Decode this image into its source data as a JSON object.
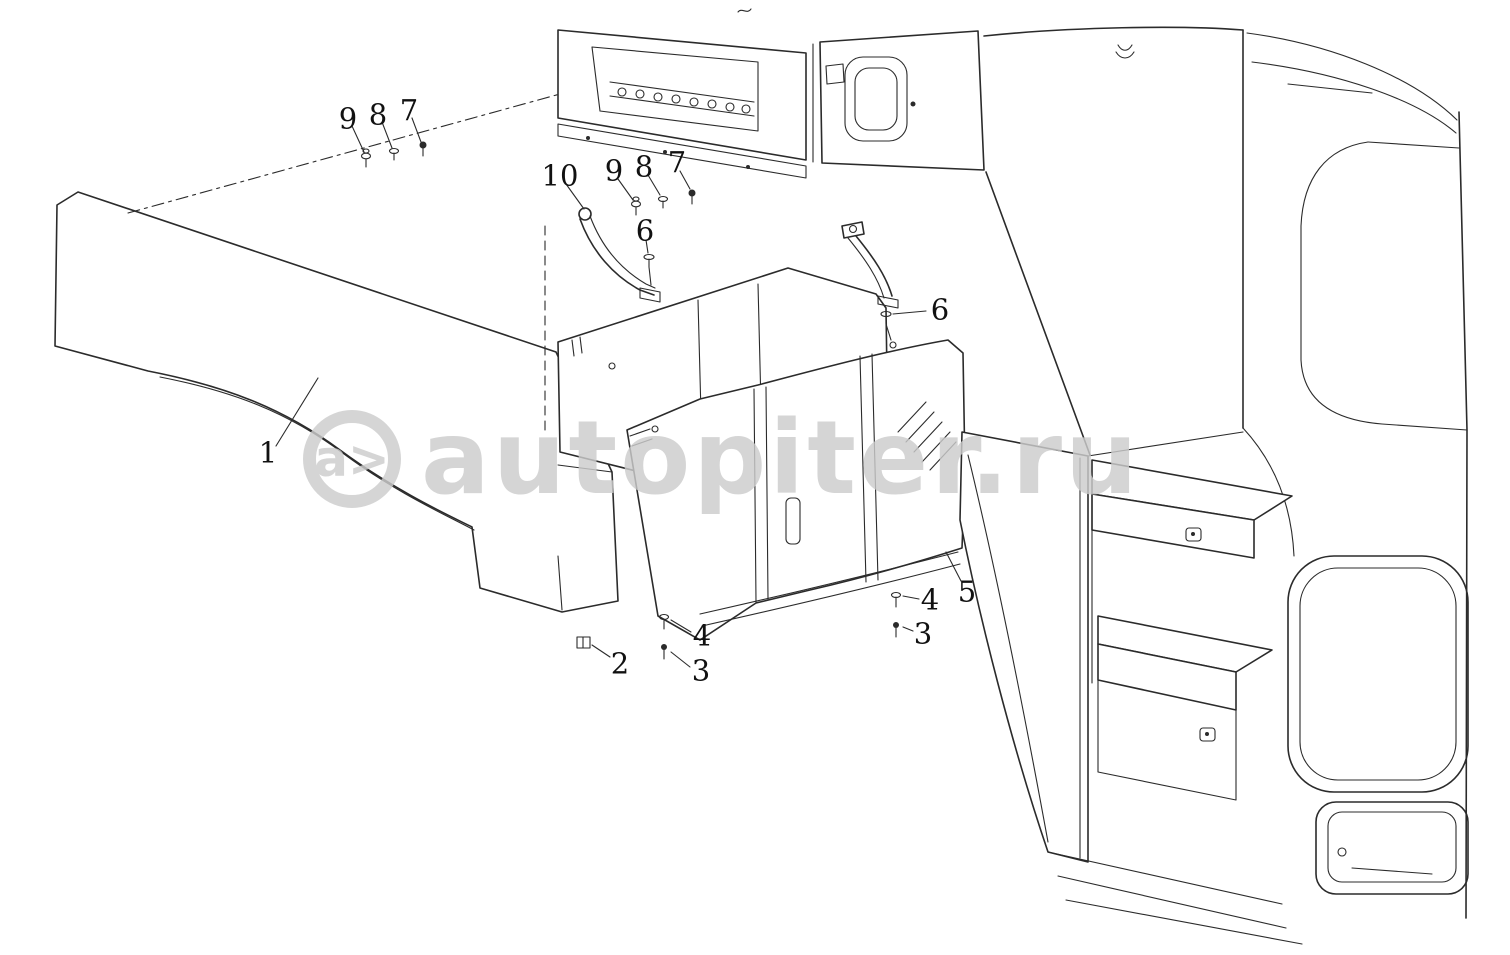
{
  "page": {
    "background": "#ffffff",
    "line_color": "#2b2b2b"
  },
  "watermark": {
    "logo_text": "a>",
    "text": "autopiter.ru",
    "color": "#cccccc"
  },
  "callouts": [
    {
      "label": "9"
    },
    {
      "label": "8"
    },
    {
      "label": "7"
    },
    {
      "label": "10"
    },
    {
      "label": "9"
    },
    {
      "label": "8"
    },
    {
      "label": "7"
    },
    {
      "label": "6"
    },
    {
      "label": "6"
    },
    {
      "label": "1"
    },
    {
      "label": "5"
    },
    {
      "label": "4"
    },
    {
      "label": "3"
    },
    {
      "label": "4"
    },
    {
      "label": "2"
    },
    {
      "label": "3"
    }
  ]
}
